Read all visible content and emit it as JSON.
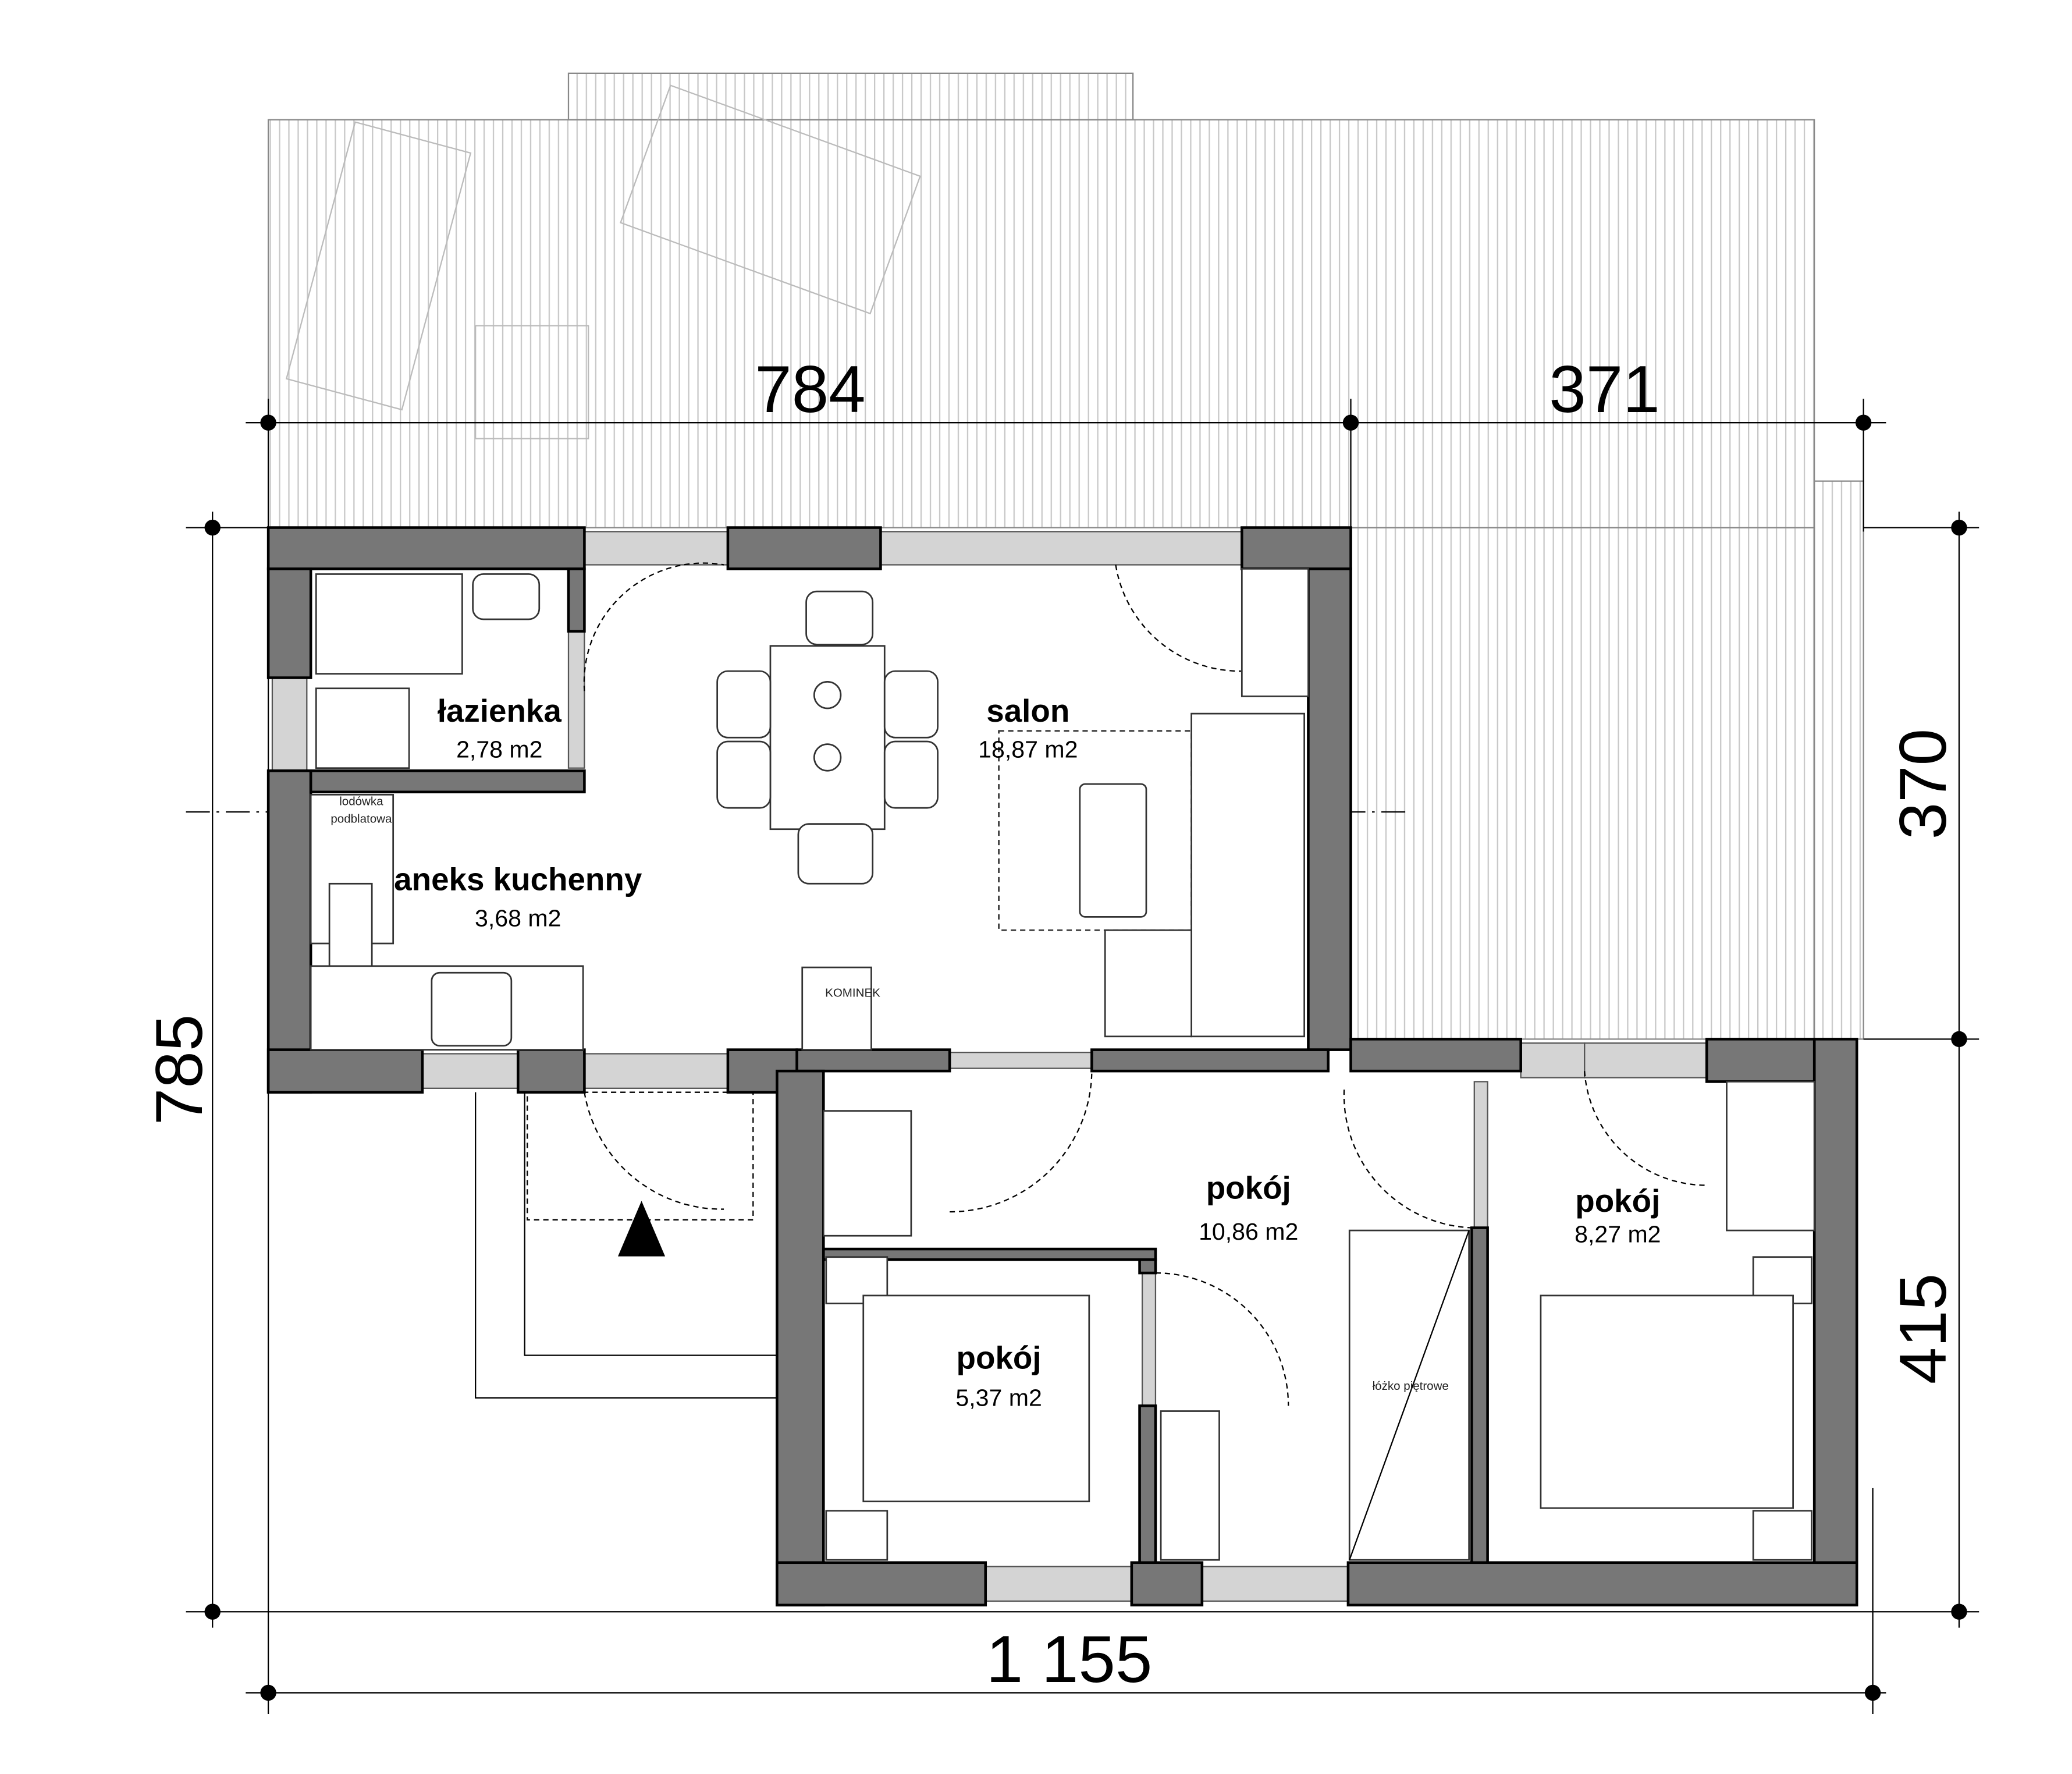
{
  "dimensions": {
    "top_left": "784",
    "top_right": "371",
    "bottom_total": "1 155",
    "left_total": "785",
    "right_upper": "370",
    "right_lower": "415"
  },
  "rooms": [
    {
      "name": "łazienka",
      "area": "2,78 m2"
    },
    {
      "name": "salon",
      "area": "18,87 m2"
    },
    {
      "name": "aneks kuchenny",
      "area": "3,68 m2"
    },
    {
      "name": "pokój",
      "area": "10,86 m2"
    },
    {
      "name": "pokój",
      "area": "8,27 m2"
    },
    {
      "name": "pokój",
      "area": "5,37 m2"
    }
  ],
  "labels": {
    "fridge_line1": "lodówka",
    "fridge_line2": "podblatowa",
    "fireplace": "KOMINEK",
    "bunk_bed": "łóżko piętrowe"
  },
  "colors": {
    "wall": "#777777",
    "window": "#d4d4d4"
  }
}
